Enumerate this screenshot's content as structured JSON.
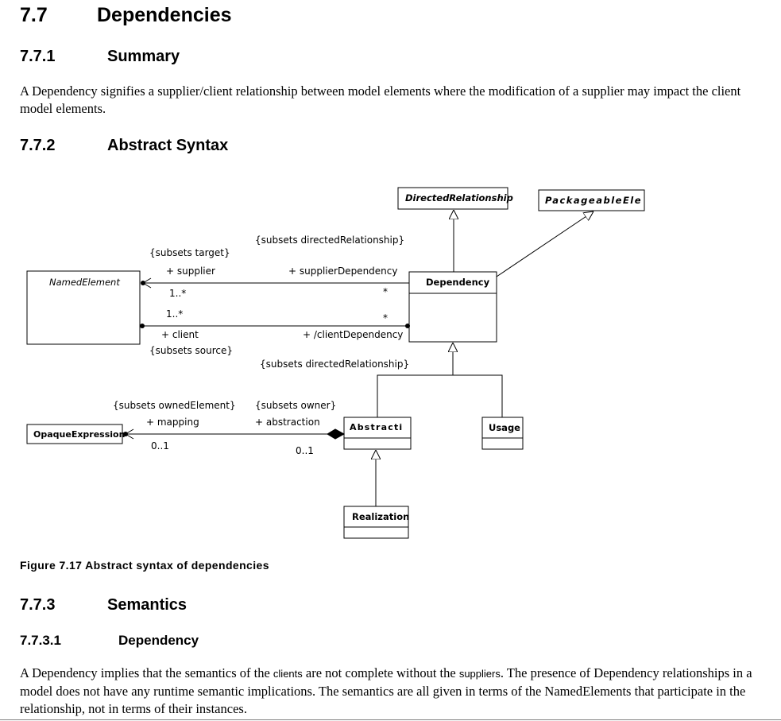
{
  "section": {
    "number": "7.7",
    "title": "Dependencies"
  },
  "summary": {
    "number": "7.7.1",
    "title": "Summary",
    "text": "A Dependency signifies a supplier/client relationship between model elements where the modification of a supplier may impact the client model elements."
  },
  "abstract_syntax": {
    "number": "7.7.2",
    "title": "Abstract Syntax"
  },
  "diagram": {
    "classes": {
      "directed_relationship": "DirectedRelationship",
      "packageable_element": "PackageableEle",
      "named_element": "NamedElement",
      "dependency": "Dependency",
      "opaque_expression": "OpaqueExpression",
      "abstraction": "Abstracti",
      "usage": "Usage",
      "realization": "Realization"
    },
    "labels": {
      "subsets_target": "{subsets target}",
      "supplier": "+ supplier",
      "supplier_mult": "1..*",
      "subsets_directed_rel_top": "{subsets directedRelationship}",
      "supplier_dependency": "+ supplierDependency",
      "star_top": "*",
      "client_mult": "1..*",
      "star_bottom": "*",
      "client": "+ client",
      "client_dependency": "+ /clientDependency",
      "subsets_source": "{subsets source}",
      "subsets_directed_rel_bottom": "{subsets directedRelationship}",
      "subsets_owned_element": "{subsets ownedElement}",
      "mapping": "+ mapping",
      "mapping_mult": "0..1",
      "subsets_owner": "{subsets owner}",
      "abstraction_role": "+ abstraction",
      "abstraction_mult": "0..1"
    }
  },
  "figure_caption": "Figure 7.17  Abstract syntax of dependencies",
  "semantics": {
    "number": "7.7.3",
    "title": "Semantics"
  },
  "dependency_sub": {
    "number": "7.7.3.1",
    "title": "Dependency",
    "text_1": "A Dependency implies that the semantics of the ",
    "term_clients": "clients",
    "text_2": " are not complete without the ",
    "term_suppliers": "suppliers",
    "text_3": ". The presence of Dependency relationships in a model does not have any runtime semantic implications. The semantics are all given in terms of the NamedElements that participate in the relationship, not in terms of their instances."
  }
}
